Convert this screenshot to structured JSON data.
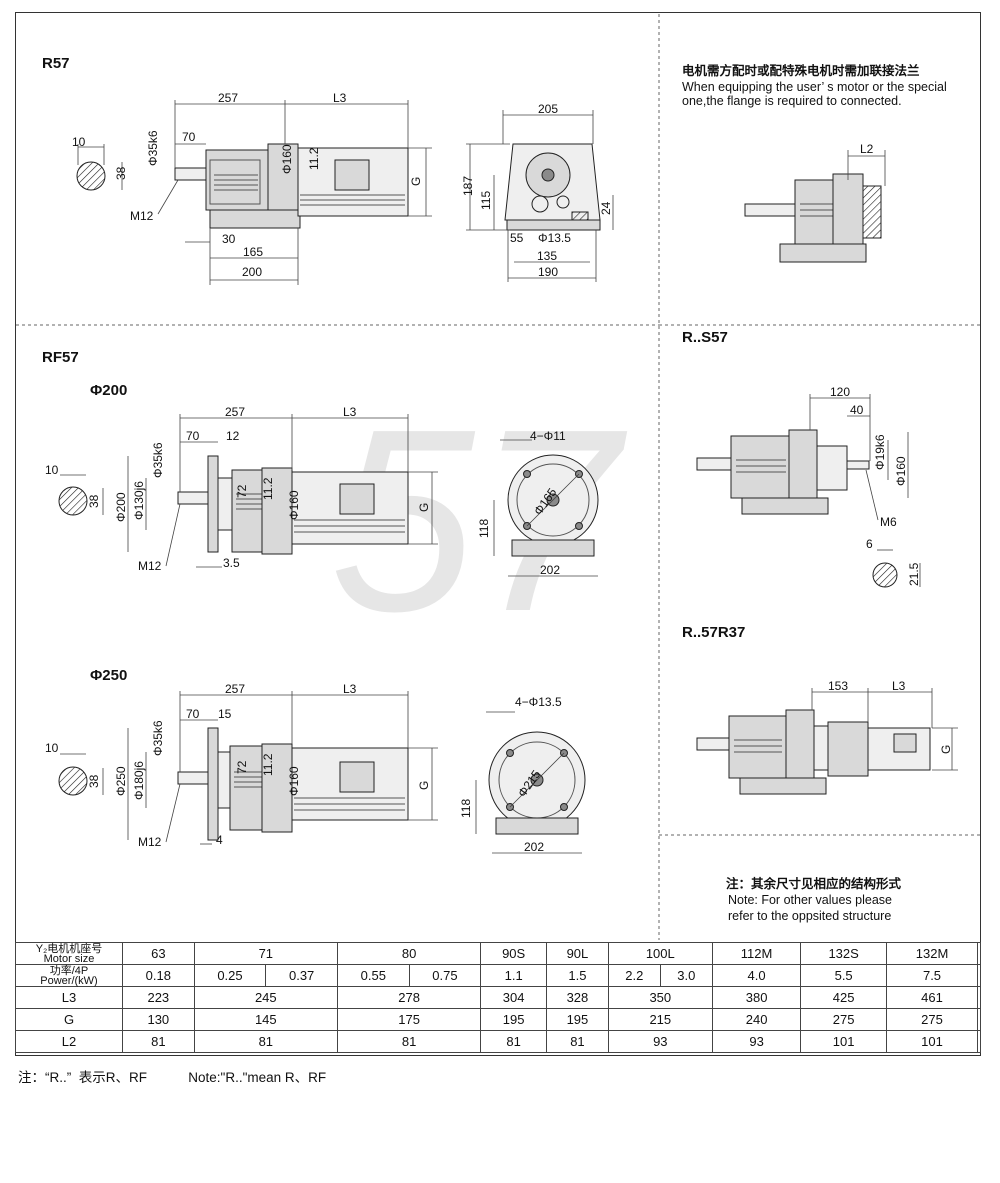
{
  "watermark": "57",
  "sections": {
    "r57": {
      "title": "R57"
    },
    "rf57": {
      "title": "RF57",
      "sub200": "Φ200",
      "sub250": "Φ250"
    },
    "rs57": {
      "title": "R..S57"
    },
    "r57r37": {
      "title": "R..57R37"
    }
  },
  "dims": {
    "r57": {
      "d257": "257",
      "dL3": "L3",
      "d10": "10",
      "d38": "38",
      "d70": "70",
      "d35k6": "Φ35k6",
      "d11_2": "11.2",
      "d160": "Φ160",
      "dG": "G",
      "dM12": "M12",
      "d30": "30",
      "d165": "165",
      "d200": "200",
      "d205": "205",
      "d187": "187",
      "d115": "115",
      "d24": "24",
      "d55": "55",
      "d13_5": "Φ13.5",
      "d135": "135",
      "d190": "190"
    },
    "rf200": {
      "d257": "257",
      "dL3": "L3",
      "d70": "70",
      "d12": "12",
      "d10": "10",
      "d38": "38",
      "d35k6": "Φ35k6",
      "d130j6": "Φ130j6",
      "d200": "Φ200",
      "d72": "72",
      "d11_2": "11.2",
      "d160": "Φ160",
      "dG": "G",
      "dM12": "M12",
      "d3_5": "3.5",
      "d4x11": "4−Φ11",
      "d165": "Φ165",
      "d118": "118",
      "d202": "202"
    },
    "rf250": {
      "d257": "257",
      "dL3": "L3",
      "d70": "70",
      "d15": "15",
      "d10": "10",
      "d38": "38",
      "d35k6": "Φ35k6",
      "d180j6": "Φ180j6",
      "d250": "Φ250",
      "d72": "72",
      "d11_2": "11.2",
      "d160": "Φ160",
      "dG": "G",
      "dM12": "M12",
      "d4": "4",
      "d4x13_5": "4−Φ13.5",
      "d215": "Φ215",
      "d118": "118",
      "d202": "202"
    },
    "flange": {
      "dL2": "L2"
    },
    "rs57": {
      "d120": "120",
      "d40": "40",
      "d19k6": "Φ19k6",
      "d160": "Φ160",
      "dM6": "M6",
      "d6": "6",
      "d21_5": "21.5"
    },
    "r57r37": {
      "d153": "153",
      "dL3": "L3",
      "dG": "G"
    }
  },
  "notes": {
    "flange_cn": "电机需方配时或配特殊电机时需加联接法兰",
    "flange_en1": "When equipping the user’ s motor or the special",
    "flange_en2": "one,the flange is required to connected.",
    "other_cn": "注：其余尺寸见相应的结构形式",
    "other_en1": "Note: For other values please",
    "other_en2": "refer to the oppsited structure"
  },
  "table": {
    "row_headers": {
      "motor_cn": "Y₂电机机座号",
      "motor_en": "Motor size",
      "power_cn": "功率/4P",
      "power_en": "Power/(kW)",
      "L3": "L3",
      "G": "G",
      "L2": "L2"
    },
    "motor_sizes": [
      "63",
      "71",
      "80",
      "90S",
      "90L",
      "100L",
      "112M",
      "132S",
      "132M",
      ""
    ],
    "power": [
      [
        "0.18"
      ],
      [
        "0.25",
        "0.37"
      ],
      [
        "0.55",
        "0.75"
      ],
      [
        "1.1"
      ],
      [
        "1.5"
      ],
      [
        "2.2",
        "3.0"
      ],
      [
        "4.0"
      ],
      [
        "5.5"
      ],
      [
        "7.5"
      ],
      [
        ""
      ]
    ],
    "L3": [
      "223",
      "245",
      "278",
      "304",
      "328",
      "350",
      "380",
      "425",
      "461",
      ""
    ],
    "G": [
      "130",
      "145",
      "175",
      "195",
      "195",
      "215",
      "240",
      "275",
      "275",
      ""
    ],
    "L2": [
      "81",
      "81",
      "81",
      "81",
      "81",
      "93",
      "93",
      "101",
      "101",
      ""
    ]
  },
  "footnote": {
    "cn": "注：“R..”  表示R、RF",
    "en": "Note:\"R..\"mean R、RF"
  }
}
